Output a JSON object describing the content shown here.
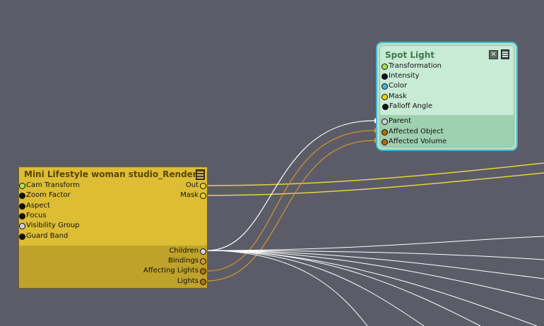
{
  "render_node": {
    "title": "Mini Lifestyle woman studio_Render",
    "inputs": [
      {
        "label": "Cam Transform",
        "color": "#a6e34a"
      },
      {
        "label": "Zoom Factor",
        "color": "#111111"
      },
      {
        "label": "Aspect",
        "color": "#111111"
      },
      {
        "label": "Focus",
        "color": "#111111"
      },
      {
        "label": "Visibility Group",
        "color": "#cfd0d8"
      },
      {
        "label": "Guard Band",
        "color": "#111111"
      }
    ],
    "outputs": [
      {
        "label": "Out",
        "color": "#e7d21f"
      },
      {
        "label": "Mask",
        "color": "#e7d21f"
      }
    ],
    "children": [
      {
        "label": "Children",
        "color": "#cfd0d8"
      },
      {
        "label": "Bindings",
        "color": "#d6932c"
      },
      {
        "label": "Affecting Lights",
        "color": "#b36b12"
      },
      {
        "label": "Lights",
        "color": "#b36b12"
      }
    ]
  },
  "spot_node": {
    "title": "Spot Light",
    "close_glyph": "✕",
    "inputs": [
      {
        "label": "Transformation",
        "color": "#a6e34a"
      },
      {
        "label": "Intensity",
        "color": "#111111"
      },
      {
        "label": "Color",
        "color": "#47b6d6"
      },
      {
        "label": "Mask",
        "color": "#e7d21f"
      },
      {
        "label": "Falloff Angle",
        "color": "#111111"
      }
    ],
    "connections": [
      {
        "label": "Parent",
        "color": "#cfd0d8"
      },
      {
        "label": "Affected Object",
        "color": "#b36b12"
      },
      {
        "label": "Affected Volume",
        "color": "#b36b12"
      }
    ]
  },
  "wire_colors": {
    "children": "#ffffff",
    "lights": "#d4952c",
    "out": "#e6d43a"
  }
}
